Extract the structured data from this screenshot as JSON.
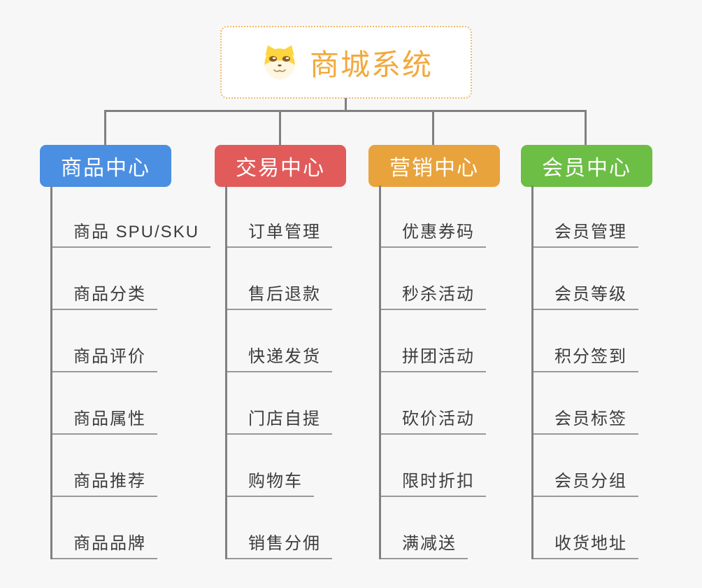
{
  "root": {
    "title": "商城系统",
    "title_color": "#f2a93d",
    "icon": "dog-icon",
    "border_color": "#f0b96a"
  },
  "colors": {
    "background": "#f7f7f7",
    "connector_gray": "#808080",
    "leaf_underline_gray": "#999999",
    "leaf_text": "#3c3c3c"
  },
  "branches": [
    {
      "label": "商品中心",
      "color": "#4b8fe2",
      "items": [
        "商品 SPU/SKU",
        "商品分类",
        "商品评价",
        "商品属性",
        "商品推荐",
        "商品品牌"
      ]
    },
    {
      "label": "交易中心",
      "color": "#e25b5b",
      "items": [
        "订单管理",
        "售后退款",
        "快递发货",
        "门店自提",
        "购物车",
        "销售分佣"
      ]
    },
    {
      "label": "营销中心",
      "color": "#e9a33c",
      "items": [
        "优惠券码",
        "秒杀活动",
        "拼团活动",
        "砍价活动",
        "限时折扣",
        "满减送"
      ]
    },
    {
      "label": "会员中心",
      "color": "#6cbe45",
      "items": [
        "会员管理",
        "会员等级",
        "积分签到",
        "会员标签",
        "会员分组",
        "收货地址"
      ]
    }
  ]
}
